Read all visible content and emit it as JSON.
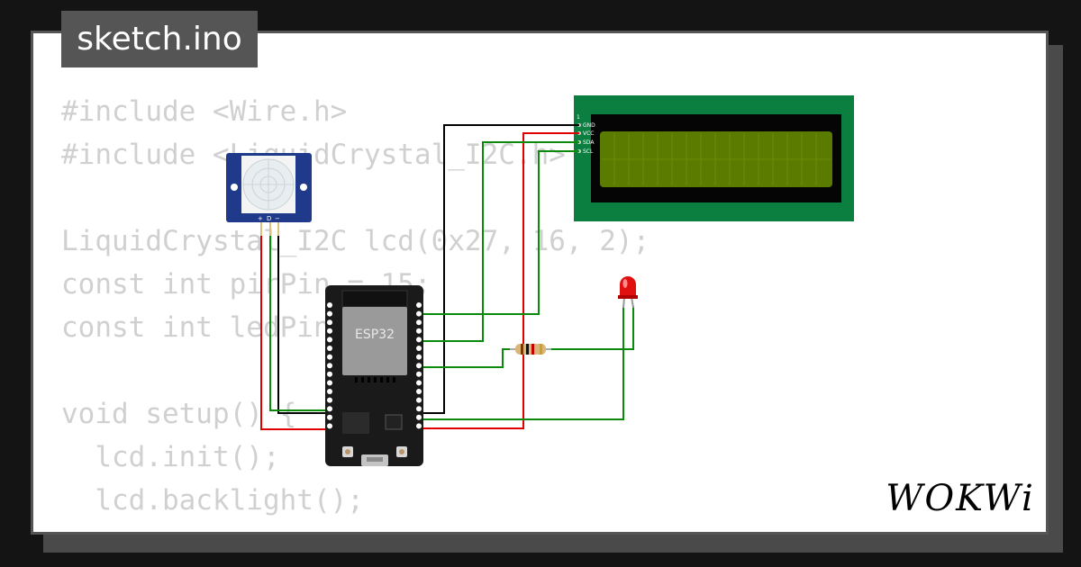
{
  "file": {
    "name": "sketch.ino"
  },
  "code": {
    "lines": [
      "#include <Wire.h>",
      "#include <LiquidCrystal_I2C.h>",
      "",
      "LiquidCrystal_I2C lcd(0x27, 16, 2);",
      "const int pirPin = 15;",
      "const int ledPin = 2;",
      "",
      "void setup() {",
      "  lcd.init();",
      "  lcd.backlight();"
    ]
  },
  "circuit": {
    "board": {
      "label": "ESP32"
    },
    "lcd": {
      "pins": [
        "GND",
        "VCC",
        "SDA",
        "SCL"
      ]
    },
    "pir": {
      "pins": [
        "+",
        "D",
        "−"
      ]
    }
  },
  "brand": {
    "name": "WOKWi"
  },
  "colors": {
    "wire_black": "#000000",
    "wire_red": "#e00000",
    "wire_green": "#0a8a0a",
    "lcd_board": "#0a7f3f",
    "lcd_screen": "#5a7a00",
    "pir_board": "#1f3a8a",
    "esp32_board": "#1a1a1a",
    "led": "#e01010"
  }
}
